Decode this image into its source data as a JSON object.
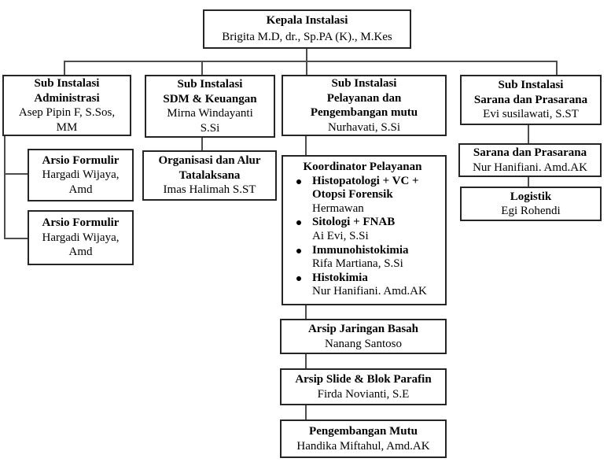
{
  "colors": {
    "background": "#ffffff",
    "box_border": "#252525",
    "connector_line": "#4d4d4d",
    "text": "#000000"
  },
  "org": {
    "root": {
      "title": "Kepala Instalasi",
      "person": "Brigita M.D, dr., Sp.PA (K)., M.Kes"
    },
    "admin": {
      "title": "Sub Instalasi\nAdministrasi",
      "person": "Asep Pipin F, S.Sos,\nMM"
    },
    "sdm": {
      "title": "Sub Instalasi\nSDM & Keuangan",
      "person": "Mirna Windayanti\nS.Si"
    },
    "pelayanan": {
      "title": "Sub Instalasi\nPelayanan dan\nPengembangan mutu",
      "person": "Nurhavati, S.Si"
    },
    "sarana": {
      "title": "Sub Instalasi\nSarana dan Prasarana",
      "person": "Evi susilawati, S.ST"
    },
    "arsio1": {
      "title": "Arsio Formulir",
      "person": "Hargadi Wijaya,\nAmd"
    },
    "arsio2": {
      "title": "Arsio Formulir",
      "person": "Hargadi Wijaya,\nAmd"
    },
    "organisasi": {
      "title": "Organisasi dan Alur\nTatalaksana",
      "person": "Imas Halimah S.ST"
    },
    "koordinator": {
      "title": "Koordinator Pelayanan",
      "items": [
        {
          "service": "Histopatologi + VC +\nOtopsi Forensik",
          "person": "Hermawan"
        },
        {
          "service": "Sitologi + FNAB",
          "person": "Ai Evi, S.Si"
        },
        {
          "service": "Immunohistokimia",
          "person": "Rifa Martiana, S.Si"
        },
        {
          "service": "Histokimia",
          "person": "Nur Hanifiani. Amd.AK"
        }
      ]
    },
    "arsip_basah": {
      "title": "Arsip Jaringan Basah",
      "person": "Nanang Santoso"
    },
    "arsip_slide": {
      "title": "Arsip Slide & Blok Parafin",
      "person": "Firda Novianti, S.E"
    },
    "pengembangan": {
      "title": "Pengembangan Mutu",
      "person": "Handika Miftahul, Amd.AK"
    },
    "sarana2": {
      "title": "Sarana dan Prasarana",
      "person": "Nur Hanifiani. Amd.AK"
    },
    "logistik": {
      "title": "Logistik",
      "person": "Egi Rohendi"
    }
  }
}
